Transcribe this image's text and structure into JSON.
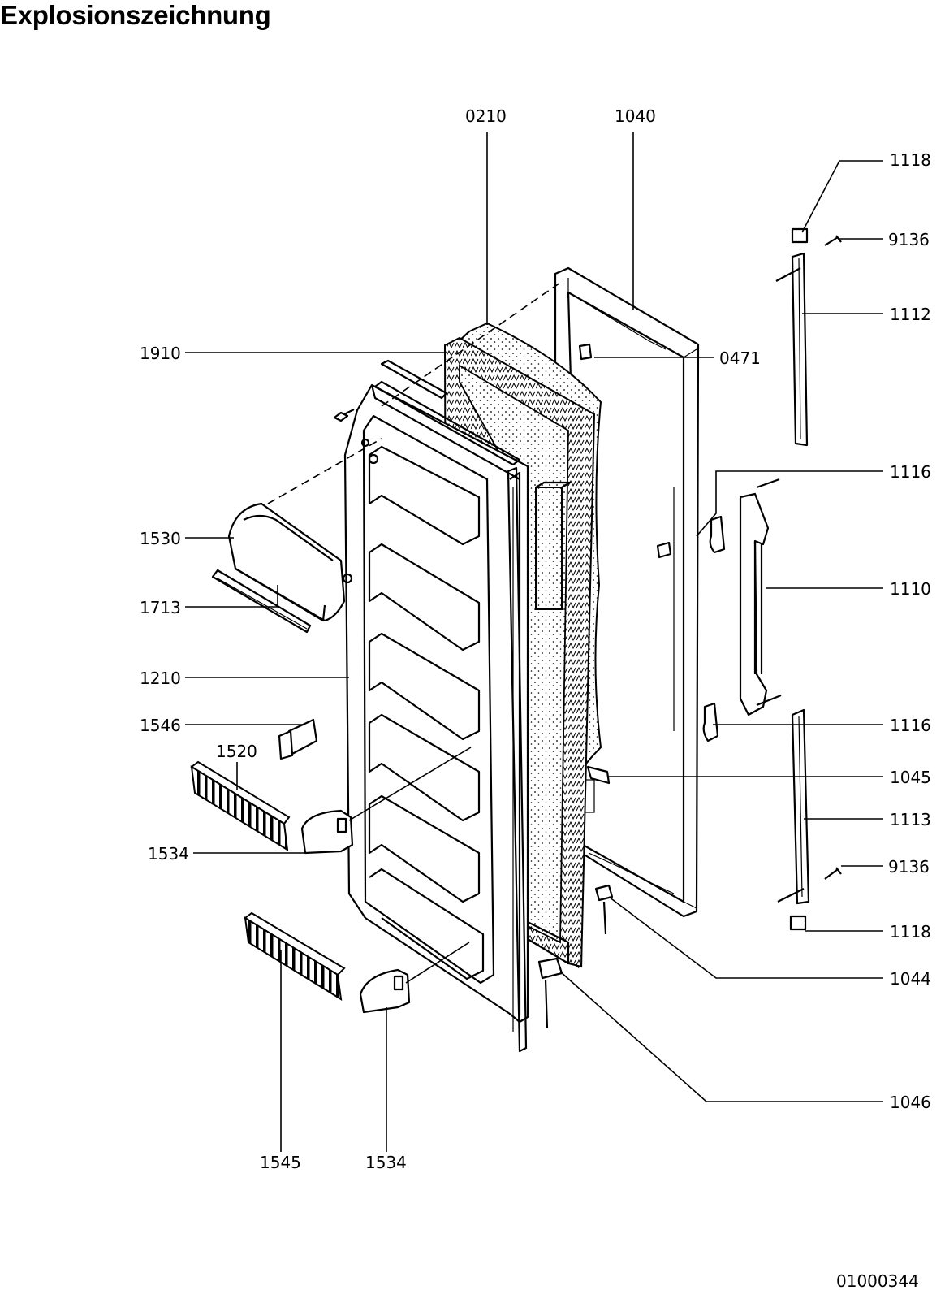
{
  "title": "Explosionszeichnung",
  "drawing_number": "01000344",
  "labels": [
    {
      "id": "lbl-0210",
      "text": "0210"
    },
    {
      "id": "lbl-1040",
      "text": "1040"
    },
    {
      "id": "lbl-1118-top",
      "text": "1118"
    },
    {
      "id": "lbl-9136-top",
      "text": "9136"
    },
    {
      "id": "lbl-1112",
      "text": "1112"
    },
    {
      "id": "lbl-1910",
      "text": "1910"
    },
    {
      "id": "lbl-0471",
      "text": "0471"
    },
    {
      "id": "lbl-1116-top",
      "text": "1116"
    },
    {
      "id": "lbl-1530",
      "text": "1530"
    },
    {
      "id": "lbl-1110",
      "text": "1110"
    },
    {
      "id": "lbl-1713",
      "text": "1713"
    },
    {
      "id": "lbl-1210",
      "text": "1210"
    },
    {
      "id": "lbl-1546",
      "text": "1546"
    },
    {
      "id": "lbl-1116-bottom",
      "text": "1116"
    },
    {
      "id": "lbl-1520",
      "text": "1520"
    },
    {
      "id": "lbl-1045",
      "text": "1045"
    },
    {
      "id": "lbl-1113",
      "text": "1113"
    },
    {
      "id": "lbl-1534-left",
      "text": "1534"
    },
    {
      "id": "lbl-9136-bottom",
      "text": "9136"
    },
    {
      "id": "lbl-1118-bottom",
      "text": "1118"
    },
    {
      "id": "lbl-1044",
      "text": "1044"
    },
    {
      "id": "lbl-1046",
      "text": "1046"
    },
    {
      "id": "lbl-1545",
      "text": "1545"
    },
    {
      "id": "lbl-1534-bottom",
      "text": "1534"
    }
  ]
}
